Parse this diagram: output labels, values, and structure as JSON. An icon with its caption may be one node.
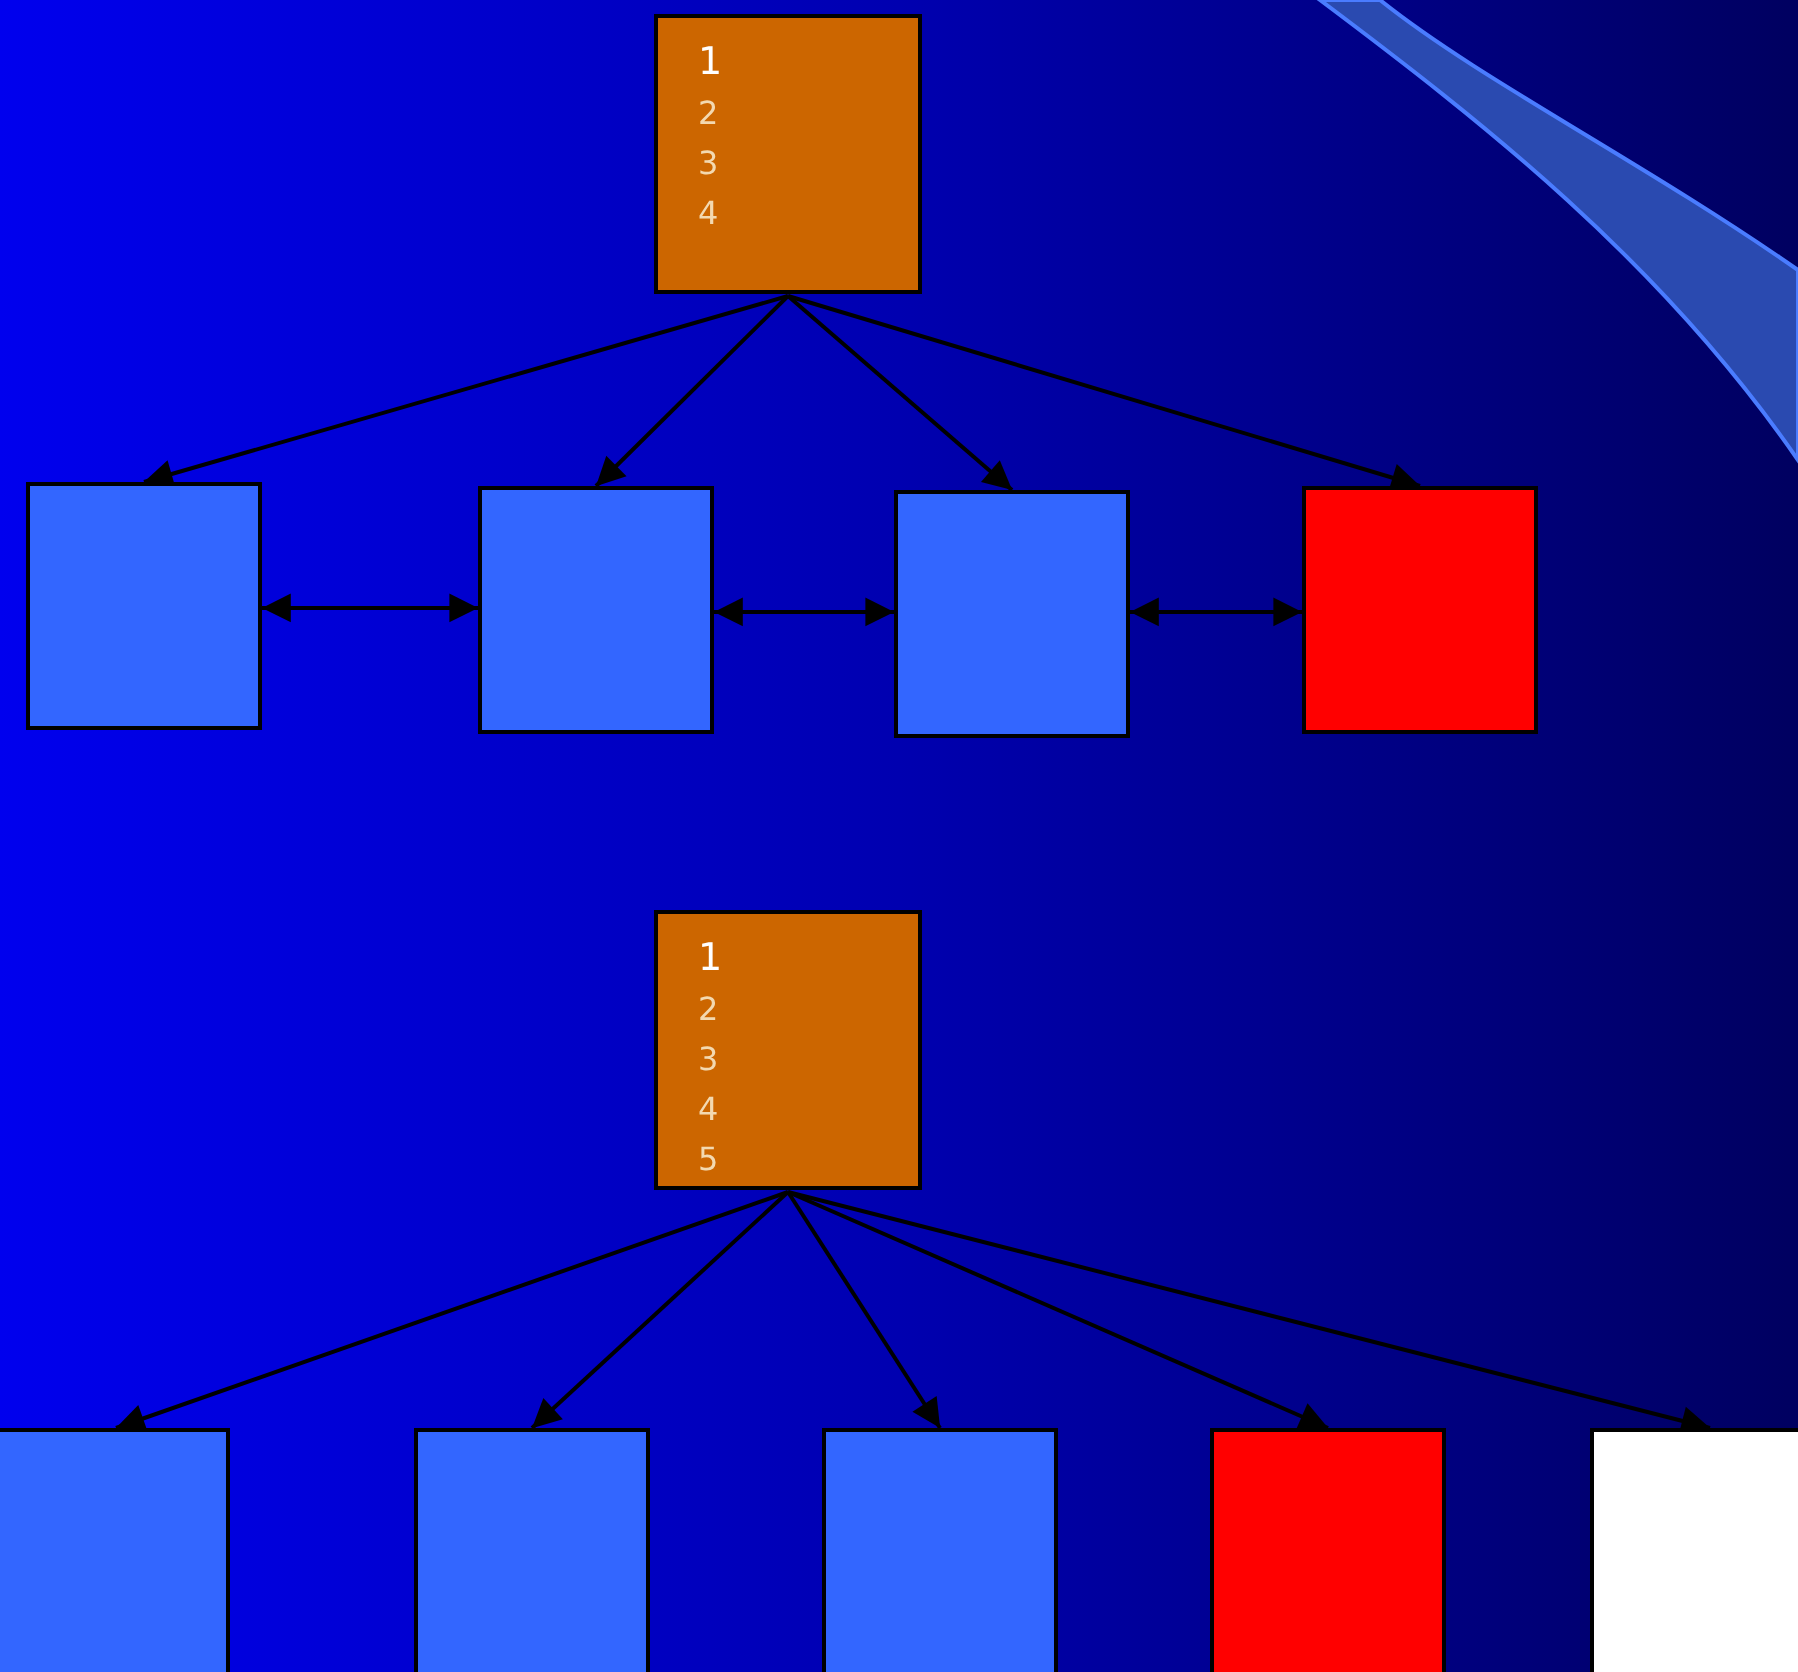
{
  "diagram": {
    "nodes": [
      {
        "text": [
          "1",
          "2",
          "3",
          "4"
        ]
      },
      {
        "text": [],
        "shape": "box"
      },
      {
        "text": [],
        "shape": "box"
      },
      {
        "text": [],
        "shape": "box"
      },
      {
        "text": [],
        "shape": "box"
      },
      {
        "text": [
          "1",
          "2",
          "3",
          "4",
          "5"
        ]
      },
      {
        "text": [],
        "shape": "box"
      },
      {
        "text": [],
        "shape": "box"
      },
      {
        "text": [],
        "shape": "box"
      },
      {
        "text": [],
        "shape": "box"
      },
      {
        "text": [],
        "shape": "box"
      }
    ],
    "edges": [
      {
        "from": 0,
        "to": 1,
        "arrow": "to"
      },
      {
        "from": 0,
        "to": 2,
        "arrow": "to"
      },
      {
        "from": 0,
        "to": 3,
        "arrow": "to"
      },
      {
        "from": 0,
        "to": 4,
        "arrow": "to"
      },
      {
        "from": 1,
        "to": 2,
        "arrow": "both"
      },
      {
        "from": 2,
        "to": 3,
        "arrow": "both"
      },
      {
        "from": 3,
        "to": 4,
        "arrow": "both"
      },
      {
        "from": 5,
        "to": 6,
        "arrow": "to"
      },
      {
        "from": 5,
        "to": 7,
        "arrow": "to"
      },
      {
        "from": 5,
        "to": 8,
        "arrow": "to"
      },
      {
        "from": 5,
        "to": 9,
        "arrow": "to"
      },
      {
        "from": 5,
        "to": 10,
        "arrow": "to"
      }
    ]
  }
}
